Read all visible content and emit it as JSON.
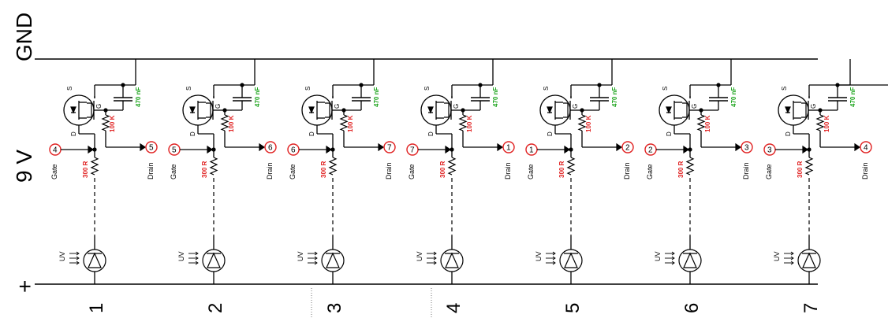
{
  "rails": {
    "gnd": "GND",
    "vcc": "9 V",
    "plus": "+"
  },
  "colors": {
    "line": "#000000",
    "resistor_label": "#e02020",
    "cap_label": "#1aa31a",
    "terminal": "#e02020"
  },
  "labels": {
    "gate": "Gate",
    "drain": "Drain",
    "gate_resistor": "300 R",
    "pulldown_resistor": "100 K",
    "capacitor": "470 nF",
    "pin_s": "S",
    "pin_d": "D",
    "pin_g": "G",
    "uv": "UV"
  },
  "stages": [
    {
      "number": "1",
      "gate_in": "4",
      "drain_out": "5"
    },
    {
      "number": "2",
      "gate_in": "5",
      "drain_out": "6"
    },
    {
      "number": "3",
      "gate_in": "6",
      "drain_out": "7"
    },
    {
      "number": "4",
      "gate_in": "7",
      "drain_out": "1"
    },
    {
      "number": "5",
      "gate_in": "1",
      "drain_out": "2"
    },
    {
      "number": "6",
      "gate_in": "2",
      "drain_out": "3"
    },
    {
      "number": "7",
      "gate_in": "3",
      "drain_out": "4"
    }
  ]
}
